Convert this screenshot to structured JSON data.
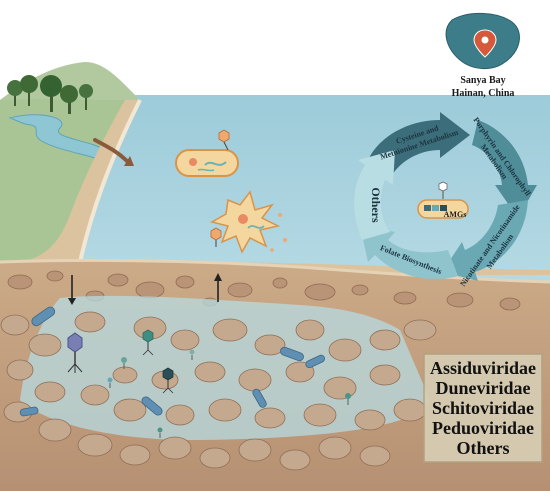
{
  "location": {
    "line1": "Sanya Bay",
    "line2": "Hainan, China"
  },
  "metabolism_cycle": {
    "center_label": "AMGs",
    "segments": [
      {
        "line1": "Cysteine and",
        "line2": "Methionine Metabolism"
      },
      {
        "line1": "Porphyrin and Chlorophyll",
        "line2": "Metabolism"
      },
      {
        "line1": "Nicotinate and Nicotinamide",
        "line2": "Metabolism"
      },
      {
        "line1": "Folate Biosynthesis",
        "line2": ""
      },
      {
        "line1": "Others",
        "line2": ""
      }
    ]
  },
  "viral_families": [
    "Assiduviridae",
    "Duneviridae",
    "Schitoviridae",
    "Peduoviridae",
    "Others"
  ],
  "colors": {
    "sea": "#a6cfdc",
    "sky": "#ffffff",
    "sand": "#d9b991",
    "sediment": "#c9a27f",
    "pebble": "#c4a78d",
    "dark_arrow": "#3c6d78",
    "light_arrow": "#9fd0d7",
    "pin": "#d45a3b",
    "island": "#3d7d8a",
    "families_box": "#d7ccb2"
  }
}
